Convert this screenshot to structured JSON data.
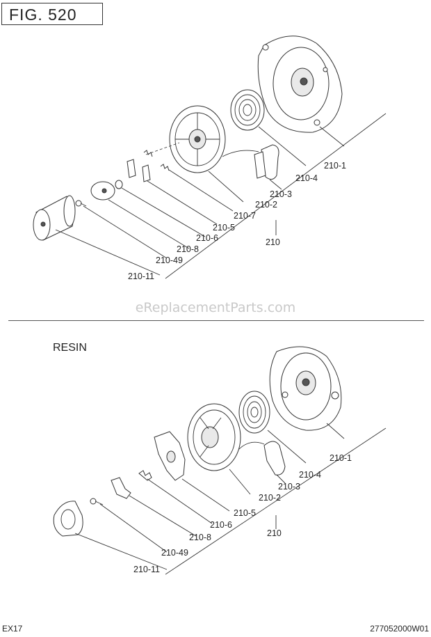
{
  "figure": {
    "title": "FIG. 520"
  },
  "watermark": "eReplacementParts.com",
  "section_label": "RESIN",
  "footer": {
    "model": "EX17",
    "code": "277052000W01"
  },
  "top_callouts": [
    "210-1",
    "210-4",
    "210-3",
    "210-2",
    "210-7",
    "210-5",
    "210-6",
    "210-8",
    "210-49",
    "210-11",
    "210"
  ],
  "bottom_callouts": [
    "210-1",
    "210-4",
    "210-3",
    "210-2",
    "210-5",
    "210-6",
    "210-8",
    "210-49",
    "210-11",
    "210"
  ]
}
